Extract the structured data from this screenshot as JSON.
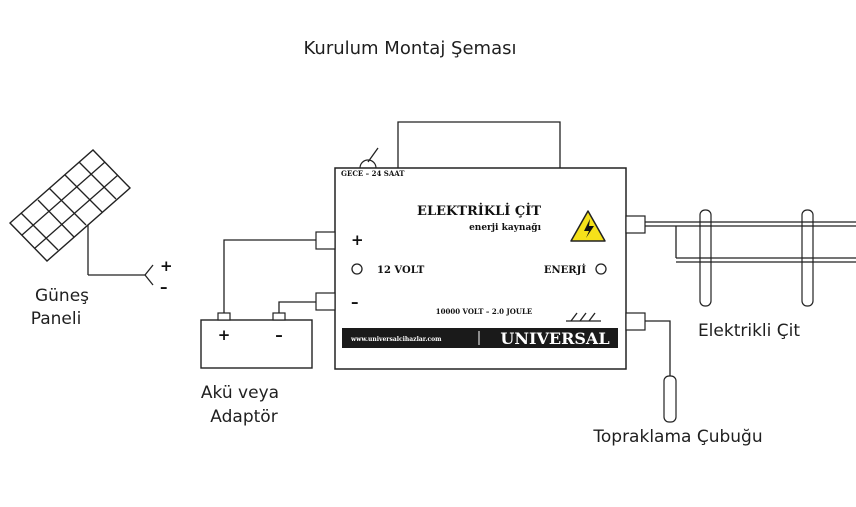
{
  "title": "Kurulum Montaj Şeması",
  "labels": {
    "solar_panel_line1": "Güneş",
    "solar_panel_line2": "Paneli",
    "battery_line1": "Akü veya",
    "battery_line2": "Adaptör",
    "electric_fence": "Elektrikli Çit",
    "ground_rod": "Topraklama Çubuğu"
  },
  "device": {
    "night_label": "GECE – 24 SAAT",
    "name": "ELEKTRİKLİ ÇİT",
    "subtitle": "enerji kaynağı",
    "input_voltage": "12 VOLT",
    "energy_label": "ENERJİ",
    "spec": "10000 VOLT – 2.0 JOULE",
    "website": "www.universalcihazlar.com",
    "brand": "UNIVERSAL",
    "plus": "+",
    "minus": "–"
  },
  "solar_terminals": {
    "plus": "+",
    "minus": "–"
  },
  "battery_terminals": {
    "plus": "+",
    "minus": "–"
  },
  "colors": {
    "warning_yellow": "#f5e11a",
    "line": "#222222",
    "footer_bg": "#1a1a1a"
  }
}
